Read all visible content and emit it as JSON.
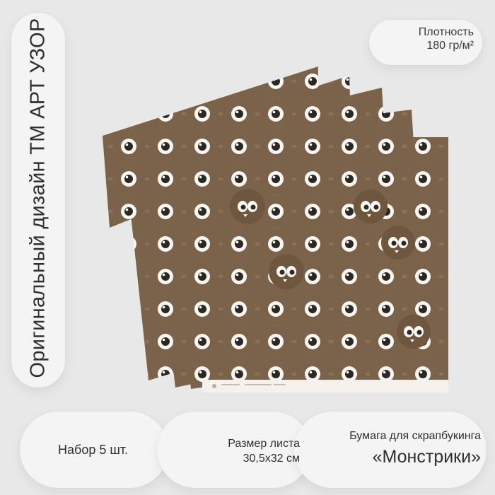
{
  "vertical_label": "Оригинальный дизайн ТМ АРТ УЗОР",
  "density": {
    "line1": "Плотность",
    "line2": "180 гр/м²"
  },
  "set": {
    "label": "Набор 5 шт."
  },
  "size": {
    "line1": "Размер листа",
    "line2": "30,5х32 см"
  },
  "product": {
    "line1": "Бумага для скрапбукинга",
    "line2": "«Монстрики»"
  },
  "colors": {
    "paper": "#8b7257",
    "monster": "#7b634b",
    "eye_white": "#faf7f2",
    "pupil": "#2d2722",
    "background": "#e8e8e8"
  }
}
